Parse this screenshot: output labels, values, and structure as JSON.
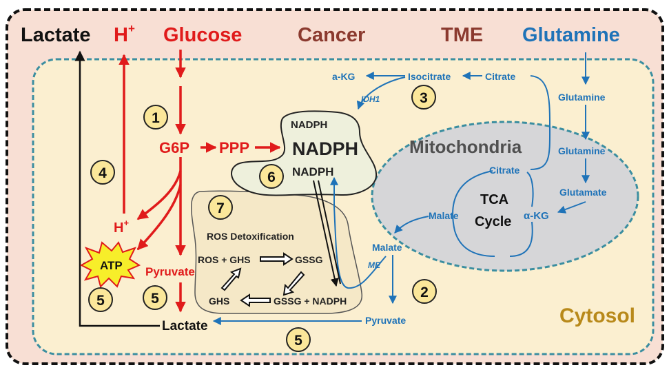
{
  "colors": {
    "tme_fill": "#f8dfd4",
    "cytosol_fill": "#fbefd0",
    "mito_fill": "#d6d6d8",
    "nadph_fill": "#eef0dc",
    "ros_fill": "#f5e8c7",
    "circle_fill": "#fbe79a",
    "red": "#e01b1b",
    "blue": "#1f73b8",
    "brown": "#8b3a2f",
    "gold": "#b8891a",
    "atp_fill": "#f7ee2a",
    "dash_teal": "#3b8ea0"
  },
  "labels": {
    "lactate_top": "Lactate",
    "h_plus": "H",
    "plus_sign": "+",
    "glucose": "Glucose",
    "cancer": "Cancer",
    "tme": "TME",
    "glutamine_top": "Glutamine",
    "cytosol": "Cytosol",
    "g6p": "G6P",
    "ppp": "PPP",
    "nadph_small_top": "NADPH",
    "nadph_big": "NADPH",
    "nadph_small_bottom": "NADPH",
    "mitochondria": "Mitochondria",
    "akg_left": "a-KG",
    "isocitrate": "Isocitrate",
    "citrate_top": "Citrate",
    "idh1": "IDH1",
    "glutamine_1": "Glutamine",
    "glutamine_2": "Glutamine",
    "glutamate": "Glutamate",
    "citrate_mito": "Citrate",
    "tca_line1": "TCA",
    "tca_line2": "Cycle",
    "malate_mito": "Malate",
    "akg_mito": "α-KG",
    "malate_cyto": "Malate",
    "me": "ME",
    "pyruvate_blue": "Pyruvate",
    "pyruvate_red": "Pyruvate",
    "lactate_bottom": "Lactate",
    "atp": "ATP",
    "ros_title": "ROS Detoxification",
    "ros_eq1": "ROS + GHS",
    "gssg": "GSSG",
    "ghs": "GHS",
    "gssg_nadph": "GSSG + NADPH"
  },
  "step_numbers": [
    "1",
    "2",
    "3",
    "4",
    "5",
    "5",
    "5",
    "6",
    "7"
  ]
}
